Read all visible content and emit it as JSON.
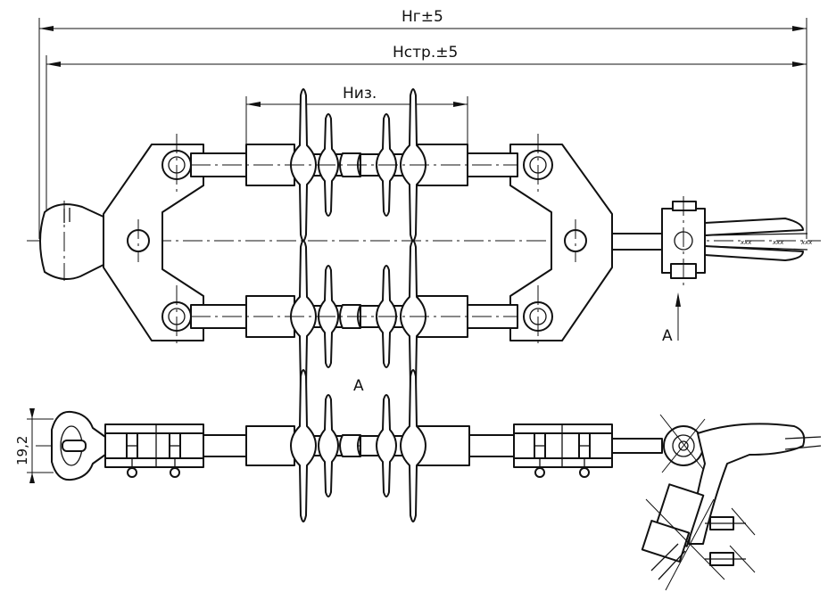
{
  "dimensions": {
    "total_length": "Hг±5",
    "structural_length": "Нстр.±5",
    "insulation_length": "Низ.",
    "eye_width": "19,2"
  },
  "views": {
    "section_label": "A",
    "view_arrow_label": "A"
  },
  "cable_marks": [
    "xxx",
    "xxx",
    "xxx"
  ]
}
